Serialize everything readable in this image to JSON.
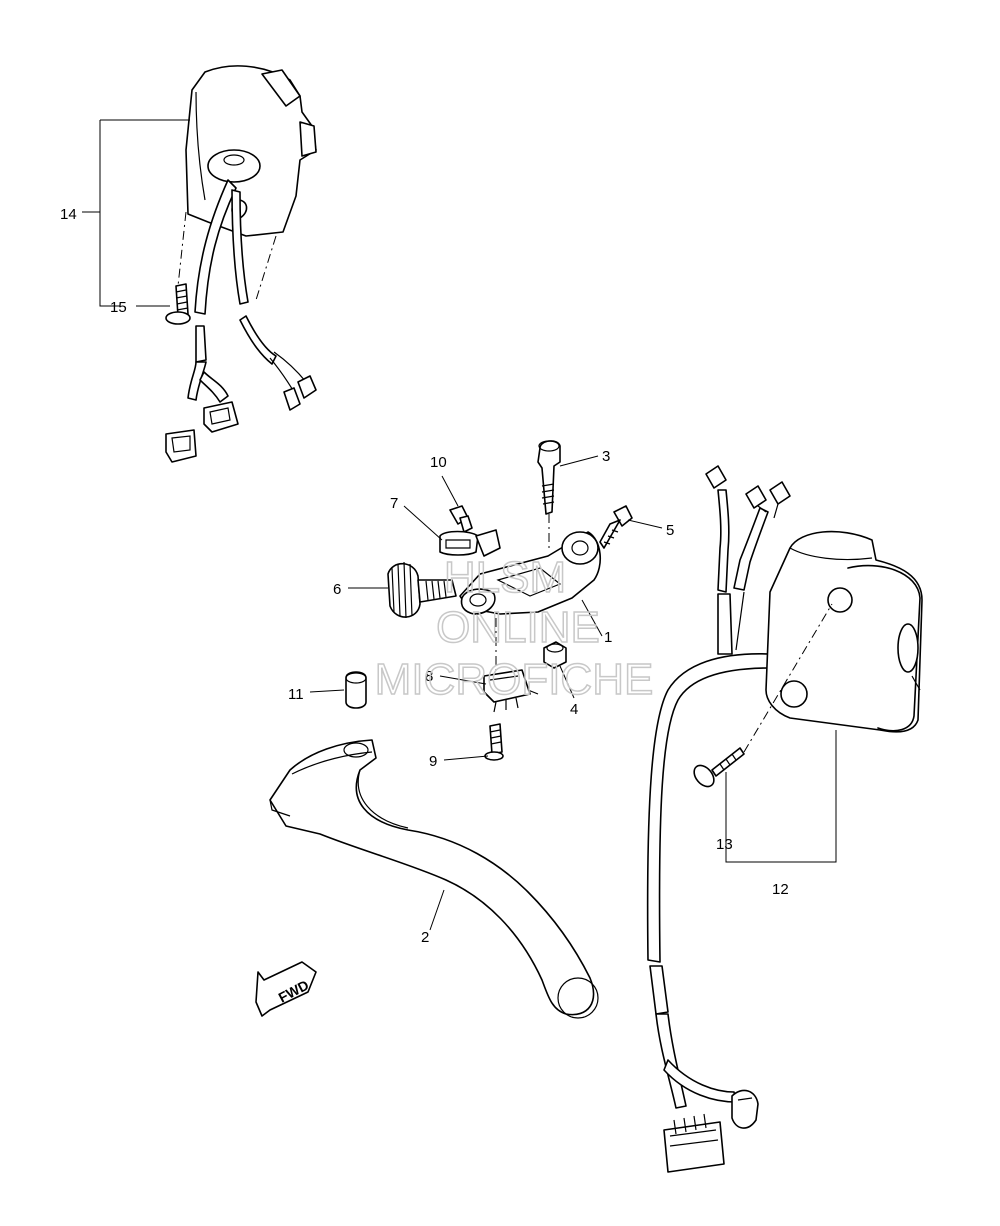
{
  "watermark": {
    "line1": "HLSM",
    "line2": "ONLINE",
    "line3": "MICROFICHE"
  },
  "fwd_label": "FWD",
  "callouts": [
    {
      "id": "1",
      "text": "1"
    },
    {
      "id": "2",
      "text": "2"
    },
    {
      "id": "3",
      "text": "3"
    },
    {
      "id": "4",
      "text": "4"
    },
    {
      "id": "5",
      "text": "5"
    },
    {
      "id": "6",
      "text": "6"
    },
    {
      "id": "7",
      "text": "7"
    },
    {
      "id": "8",
      "text": "8"
    },
    {
      "id": "9",
      "text": "9"
    },
    {
      "id": "10",
      "text": "10"
    },
    {
      "id": "11",
      "text": "11"
    },
    {
      "id": "12",
      "text": "12"
    },
    {
      "id": "13",
      "text": "13"
    },
    {
      "id": "14",
      "text": "14"
    },
    {
      "id": "15",
      "text": "15"
    }
  ]
}
